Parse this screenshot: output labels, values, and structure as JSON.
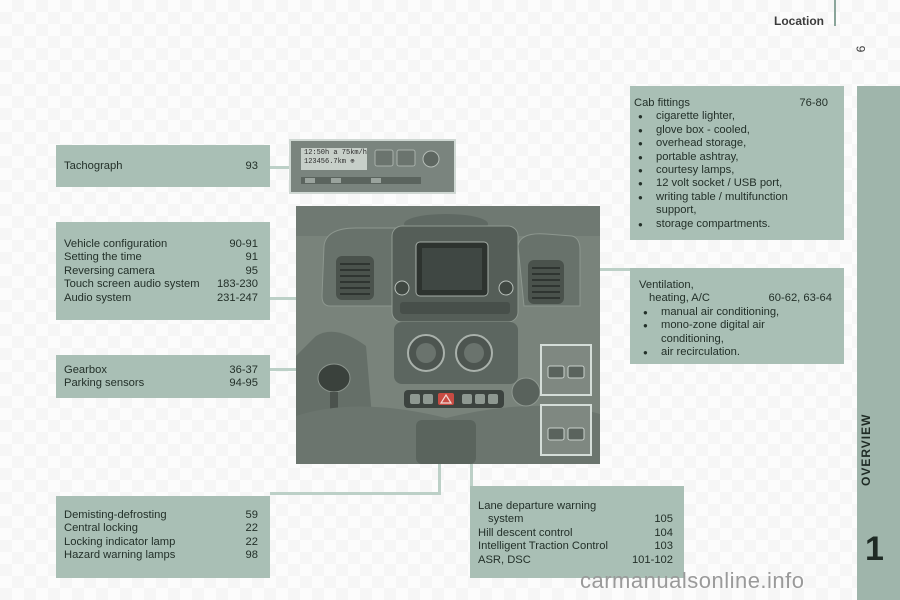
{
  "header": {
    "title": "Location",
    "page_number": "9"
  },
  "sidebar": {
    "section": "OVERVIEW",
    "chapter": "1"
  },
  "boxes": {
    "tachograph": {
      "rows": [
        {
          "label": "Tachograph",
          "pages": "93"
        }
      ]
    },
    "vehicle": {
      "rows": [
        {
          "label": "Vehicle configuration",
          "pages": "90-91"
        },
        {
          "label": "Setting the time",
          "pages": "91"
        },
        {
          "label": "Reversing camera",
          "pages": "95"
        },
        {
          "label": "Touch screen audio system",
          "pages": "183-230"
        },
        {
          "label": "Audio system",
          "pages": "231-247"
        }
      ]
    },
    "gearbox": {
      "rows": [
        {
          "label": "Gearbox",
          "pages": "36-37"
        },
        {
          "label": "Parking sensors",
          "pages": "94-95"
        }
      ]
    },
    "demisting": {
      "rows": [
        {
          "label": "Demisting-defrosting",
          "pages": "59"
        },
        {
          "label": "Central locking",
          "pages": "22"
        },
        {
          "label": "Locking indicator lamp",
          "pages": "22"
        },
        {
          "label": "Hazard warning lamps",
          "pages": "98"
        }
      ]
    },
    "cab": {
      "title": "Cab fittings",
      "pages": "76-80",
      "items": [
        "cigarette lighter,",
        "glove box - cooled,",
        "overhead storage,",
        "portable ashtray,",
        "courtesy lamps,",
        "12 volt socket / USB port,",
        "writing table / multifunction",
        "storage compartments."
      ],
      "item_cont": "support,"
    },
    "ventilation": {
      "title": "Ventilation,",
      "title2": "heating, A/C",
      "pages": "60-62, 63-64",
      "items": [
        "manual air conditioning,",
        "mono-zone digital air",
        "air recirculation."
      ],
      "item_cont": "conditioning,"
    },
    "lane": {
      "title": "Lane departure warning",
      "title2": "system",
      "pages": "105",
      "rows": [
        {
          "label": "Hill descent control",
          "pages": "104"
        },
        {
          "label": "Intelligent Traction Control",
          "pages": "103"
        },
        {
          "label": "ASR, DSC",
          "pages": "101-102"
        }
      ]
    }
  },
  "tacho_display": {
    "line1": "12:50h  a   75km/h",
    "line2": "123456.7km  ⊕"
  },
  "watermark": "carmanualsonline.info"
}
